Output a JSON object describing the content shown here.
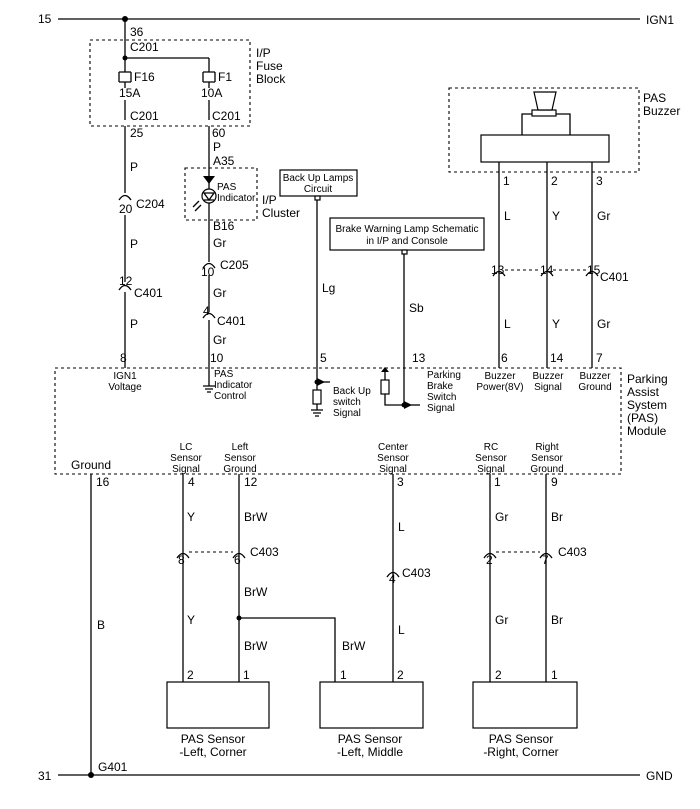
{
  "rails": {
    "top_left_num": "15",
    "top_right": "IGN1",
    "bottom_left_num": "31",
    "bottom_right": "GND",
    "ground_point": "G401"
  },
  "fuse_block": {
    "title_lines": [
      "I/P",
      "Fuse",
      "Block"
    ],
    "top_pin": "36",
    "top_conn": "C201",
    "fuse_left_name": "F16",
    "fuse_left_rating": "15A",
    "fuse_right_name": "F1",
    "fuse_right_rating": "10A",
    "conn_left": "C201",
    "conn_right": "C201",
    "pin_left": "25",
    "pin_right": "60"
  },
  "left_wire": {
    "color1": "P",
    "conn1_pin": "20",
    "conn1": "C204",
    "color2": "P",
    "conn2_pin": "12",
    "conn2": "C401",
    "color3": "P"
  },
  "indicator": {
    "wire_color_top": "P",
    "pin_top": "A35",
    "label_lines": [
      "PAS",
      "Indicator"
    ],
    "cluster_lines": [
      "I/P",
      "Cluster"
    ],
    "pin_bottom": "B16",
    "color1": "Gr",
    "conn1_pin": "10",
    "conn1": "C205",
    "color2": "Gr",
    "conn2_pin": "4",
    "conn2": "C401",
    "color3": "Gr"
  },
  "backup": {
    "box_lines": [
      "Back Up Lamps",
      "Circuit"
    ],
    "color": "Lg",
    "pin": "5",
    "signal_lines": [
      "Back Up",
      "switch",
      "Signal"
    ]
  },
  "brake": {
    "box_lines": [
      "Brake Warning Lamp Schematic",
      "in I/P and Console"
    ],
    "color": "Sb",
    "pin": "13",
    "signal_lines": [
      "Parking",
      "Brake",
      "Switch",
      "Signal"
    ]
  },
  "buzzer": {
    "title_lines": [
      "PAS",
      "Buzzer"
    ],
    "pins": [
      "1",
      "2",
      "3"
    ],
    "colors_top": [
      "L",
      "Y",
      "Gr"
    ],
    "conn_pins": [
      "13",
      "14",
      "15"
    ],
    "conn": "C401",
    "colors_bottom": [
      "L",
      "Y",
      "Gr"
    ]
  },
  "module": {
    "title_lines": [
      "Parking",
      "Assist",
      "System",
      "(PAS)",
      "Module"
    ],
    "top_pins": [
      "8",
      "10",
      "5",
      "13",
      "6",
      "14",
      "7"
    ],
    "ign_label": [
      "IGN1",
      "Voltage"
    ],
    "ind_label": [
      "PAS",
      "Indicator",
      "Control"
    ],
    "buzzer_power": [
      "Buzzer",
      "Power(8V)"
    ],
    "buzzer_signal": [
      "Buzzer",
      "Signal"
    ],
    "buzzer_ground": [
      "Buzzer",
      "Ground"
    ],
    "ground_label": "Ground",
    "lc_signal": [
      "LC",
      "Sensor",
      "Signal"
    ],
    "left_ground": [
      "Left",
      "Sensor",
      "Ground"
    ],
    "center_signal": [
      "Center",
      "Sensor",
      "Signal"
    ],
    "rc_signal": [
      "RC",
      "Sensor",
      "Signal"
    ],
    "right_ground": [
      "Right",
      "Sensor",
      "Ground"
    ],
    "bottom_pins": [
      "16",
      "4",
      "12",
      "3",
      "1",
      "9"
    ]
  },
  "sensor_wires": {
    "ground_color": "B",
    "lc_color": "Y",
    "lg_color": "BrW",
    "c403_left_pins": [
      "8",
      "6"
    ],
    "conn": "C403",
    "center_color": "L",
    "center_conn_pin": "4",
    "rc_color": "Gr",
    "rg_color": "Br",
    "c403_right_pins": [
      "2",
      "7"
    ],
    "lc_color2": "Y",
    "lg_color2": "BrW",
    "lm_color": "BrW",
    "center_color2": "L",
    "rc_color2": "Gr",
    "rg_color2": "Br"
  },
  "sensors": [
    {
      "pins": [
        "2",
        "1"
      ],
      "name_lines": [
        "PAS Sensor",
        "-Left, Corner"
      ]
    },
    {
      "pins": [
        "1",
        "2"
      ],
      "name_lines": [
        "PAS Sensor",
        "-Left, Middle"
      ]
    },
    {
      "pins": [
        "2",
        "1"
      ],
      "name_lines": [
        "PAS Sensor",
        "-Right, Corner"
      ]
    }
  ]
}
